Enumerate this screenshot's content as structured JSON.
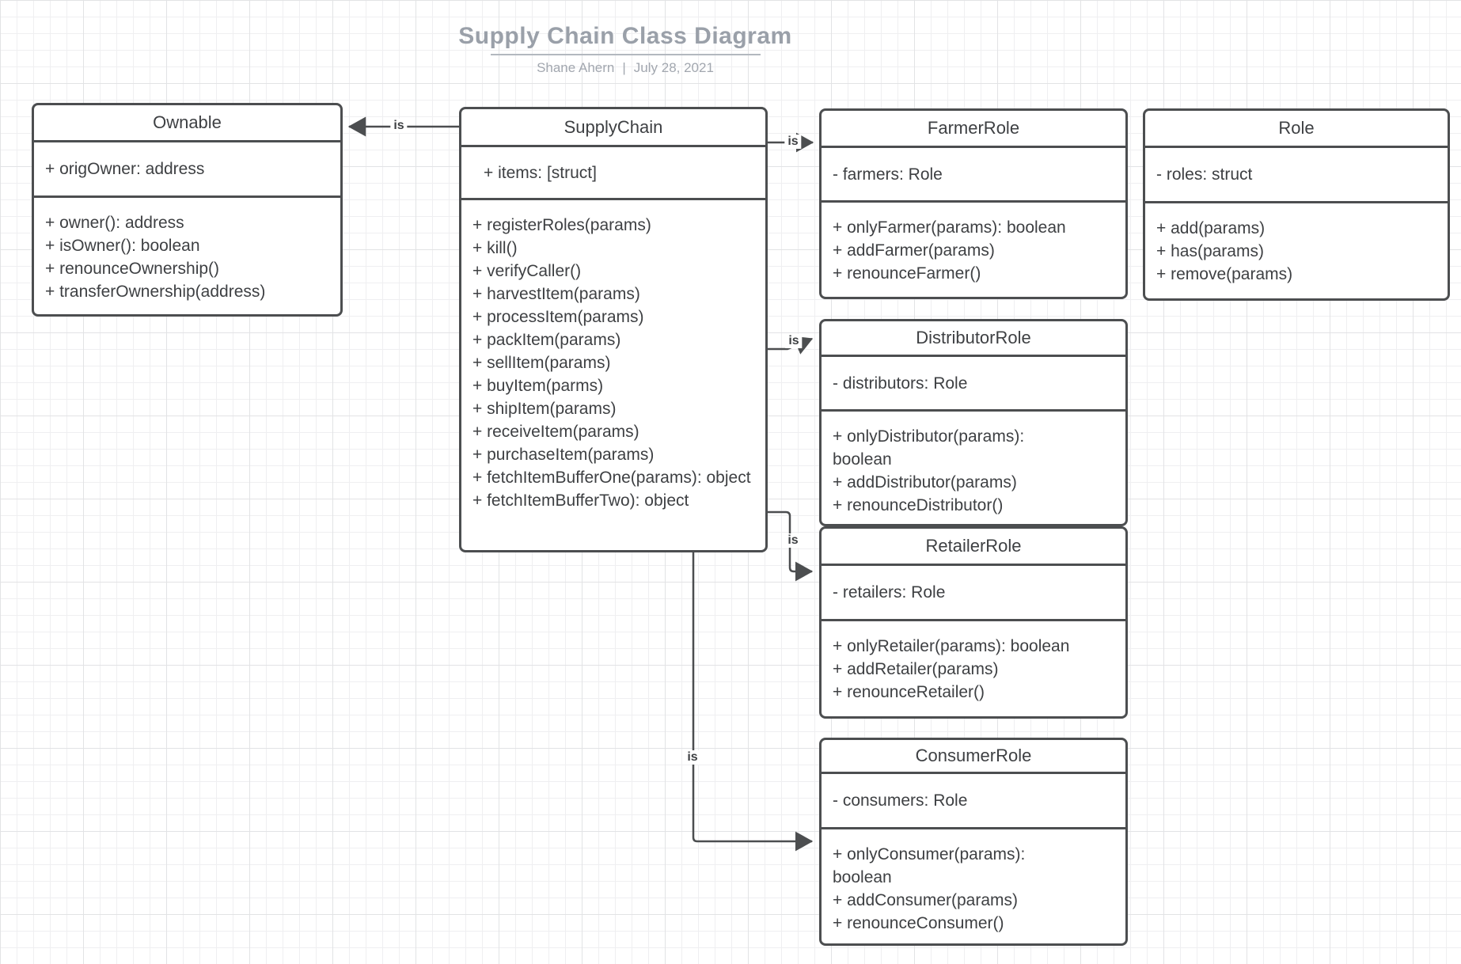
{
  "header": {
    "title": "Supply Chain Class Diagram",
    "author": "Shane Ahern",
    "separator": "|",
    "date": "July 28, 2021"
  },
  "colors": {
    "stroke": "#4c4e50",
    "text": "#3e4043",
    "heading": "#9aa0a9"
  },
  "classes": [
    {
      "name": "Ownable",
      "attributes": [
        "+ origOwner: address"
      ],
      "methods": [
        "+ owner(): address",
        "+ isOwner(): boolean",
        "+ renounceOwnership()",
        "+ transferOwnership(address)"
      ]
    },
    {
      "name": "SupplyChain",
      "attributes": [
        "+ items: [struct]"
      ],
      "methods": [
        "+ registerRoles(params)",
        "+ kill()",
        "+ verifyCaller()",
        "+ harvestItem(params)",
        "+ processItem(params)",
        "+ packItem(params)",
        "+ sellItem(params)",
        "+ buyItem(parms)",
        "+ shipItem(params)",
        "+ receiveItem(params)",
        "+ purchaseItem(params)",
        "+ fetchItemBufferOne(params): object",
        "+ fetchItemBufferTwo): object"
      ]
    },
    {
      "name": "FarmerRole",
      "attributes": [
        "- farmers: Role"
      ],
      "methods": [
        "+ onlyFarmer(params): boolean",
        "+ addFarmer(params)",
        "+ renounceFarmer()"
      ]
    },
    {
      "name": "Role",
      "attributes": [
        "- roles: struct"
      ],
      "methods": [
        "+ add(params)",
        "+ has(params)",
        "+ remove(params)"
      ]
    },
    {
      "name": "DistributorRole",
      "attributes": [
        "- distributors: Role"
      ],
      "methods": [
        "+ onlyDistributor(params): boolean",
        "+ addDistributor(params)",
        "+ renounceDistributor()"
      ]
    },
    {
      "name": "RetailerRole",
      "attributes": [
        "- retailers: Role"
      ],
      "methods": [
        "+ onlyRetailer(params): boolean",
        "+ addRetailer(params)",
        "+ renounceRetailer()"
      ]
    },
    {
      "name": "ConsumerRole",
      "attributes": [
        "- consumers: Role"
      ],
      "methods": [
        "+ onlyConsumer(params): boolean",
        "+ addConsumer(params)",
        "+ renounceConsumer()"
      ]
    }
  ],
  "relationships": [
    {
      "label": "is",
      "from": "SupplyChain",
      "to": "Ownable"
    },
    {
      "label": "is",
      "from": "SupplyChain",
      "to": "FarmerRole"
    },
    {
      "label": "is",
      "from": "SupplyChain",
      "to": "DistributorRole"
    },
    {
      "label": "is",
      "from": "SupplyChain",
      "to": "RetailerRole"
    },
    {
      "label": "is",
      "from": "SupplyChain",
      "to": "ConsumerRole"
    }
  ]
}
